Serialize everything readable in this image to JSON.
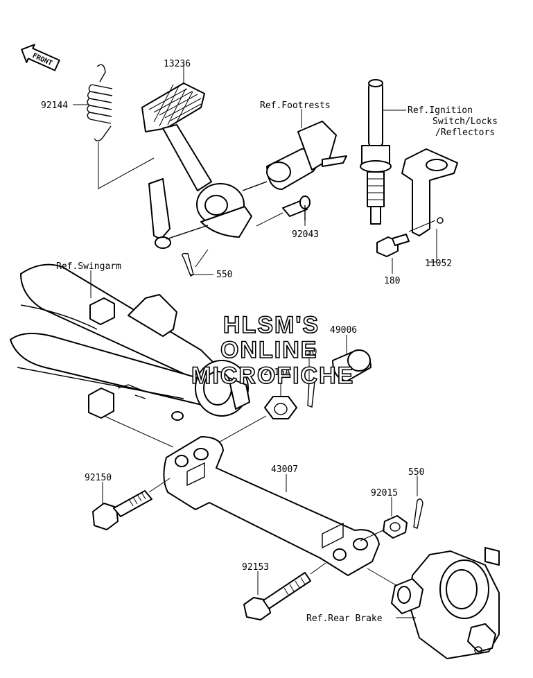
{
  "front_badge": "FRONT",
  "labels": {
    "p13236": "13236",
    "p92144": "92144",
    "ref_footrests": "Ref.Footrests",
    "ref_ignition_1": "Ref.Ignition",
    "ref_ignition_2": "Switch/Locks",
    "ref_ignition_3": "/Reflectors",
    "p92043": "92043",
    "p550_a": "550",
    "p11052": "11052",
    "p180": "180",
    "ref_swingarm": "Ref.Swingarm",
    "p49006": "49006",
    "p550_b": "550",
    "p92015A": "92015A",
    "p92150": "92150",
    "p43007": "43007",
    "p92015": "92015",
    "p550_c": "550",
    "p92153": "92153",
    "ref_rear_brake": "Ref.Rear Brake"
  },
  "watermark": {
    "line1": "HLSM'S",
    "line2": "ONLINE",
    "line3": "MICROFICHE"
  }
}
